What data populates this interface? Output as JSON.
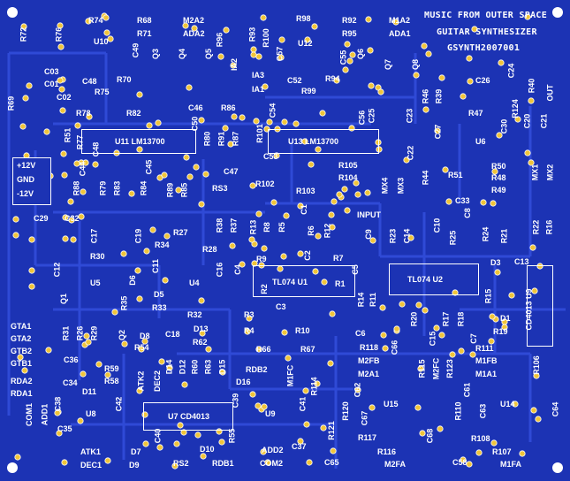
{
  "board": {
    "title_lines": [
      "MUSIC FROM OUTER SPACE",
      "GUITAR SYNTHESIZER",
      "GSYNTH2007001"
    ],
    "power_labels": [
      "+12V",
      "GND",
      "-12V"
    ],
    "ics": {
      "u11": "U11 LM13700",
      "u13": "U13 LM13700",
      "u1": "TL074 U1",
      "u2": "TL074 U2",
      "u7": "U7 CD4013",
      "u9_chip": "CD4013 U9"
    }
  },
  "labels": {
    "r74": "R74",
    "r68": "R68",
    "m2a2": "M2A2",
    "r98": "R98",
    "r92": "R92",
    "m1a2": "M1A2",
    "r72": "R72",
    "r76": "R76",
    "u10": "U10",
    "r71": "R71",
    "ada2": "ADA2",
    "r96": "R96",
    "r93": "R93",
    "r100": "R100",
    "u12": "U12",
    "r95": "R95",
    "ada1": "ADA1",
    "c49": "C49",
    "q3": "Q3",
    "q4": "Q4",
    "q5": "Q5",
    "ia2": "IA2",
    "c57": "C57",
    "c55": "C55",
    "q6": "Q6",
    "q7": "Q7",
    "q8": "Q8",
    "c03": "C03",
    "c01": "C01",
    "c02": "C02",
    "r69": "R69",
    "c48": "C48",
    "r70": "R70",
    "r75": "R75",
    "ia3": "IA3",
    "ia1": "IA1",
    "c52": "C52",
    "r94": "R94",
    "r99": "R99",
    "c26": "C26",
    "c24": "C24",
    "r40": "R40",
    "out": "OUT",
    "r46": "R46",
    "r39": "R39",
    "r124": "R124",
    "c20": "C20",
    "c21": "C21",
    "r78": "R78",
    "r82": "R82",
    "c46": "C46",
    "r86": "R86",
    "c50": "C50",
    "c54": "C54",
    "c56": "C56",
    "c25": "C25",
    "c23": "C23",
    "r47": "R47",
    "r51": "R51",
    "r77": "R77",
    "c44": "C44",
    "c48b": "C48",
    "r80": "R80",
    "r91": "R91",
    "r87": "R87",
    "r101": "R101",
    "c27": "C27",
    "c30": "C30",
    "u6": "U6",
    "c45": "C45",
    "c47": "C47",
    "c53": "C53",
    "r105": "R105",
    "r104": "R104",
    "c22": "C22",
    "mx4": "MX4",
    "mx3": "MX3",
    "r44": "R44",
    "r50": "R50",
    "r48": "R48",
    "r49": "R49",
    "mx1": "MX1",
    "mx2": "MX2",
    "r88": "R88",
    "r79": "R79",
    "r83": "R83",
    "r84": "R84",
    "r89": "R89",
    "r85": "R85",
    "rs3": "RS3",
    "r102": "R102",
    "r103": "R103",
    "c33": "C33",
    "c29": "C29",
    "c32": "C32",
    "c17": "C17",
    "c19": "C19",
    "r38": "R38",
    "r37": "R37",
    "r13": "R13",
    "r8": "R8",
    "r5": "R5",
    "c1": "C1",
    "r6": "R6",
    "r12": "R12",
    "input": "INPUT",
    "r23": "R23",
    "c14": "C14",
    "c10": "C10",
    "r25": "R25",
    "c8": "C8",
    "r24": "R24",
    "r21": "R21",
    "r22": "R22",
    "r16": "R16",
    "r27": "R27",
    "r34": "R34",
    "r28": "R28",
    "c9": "C9",
    "r30": "R30",
    "c12": "C12",
    "u5": "U5",
    "d6": "D6",
    "c11": "C11",
    "u4": "U4",
    "c16": "C16",
    "c4": "C4",
    "r9": "R9",
    "r7": "R7",
    "c2": "C2",
    "r2": "R2",
    "r1": "R1",
    "c5": "C5",
    "d3": "D3",
    "c13": "C13",
    "q1": "Q1",
    "r35": "R35",
    "d5": "D5",
    "r33": "R33",
    "r14": "R14",
    "r11": "R11",
    "r15": "R15",
    "c3": "C3",
    "r32": "R32",
    "r3": "R3",
    "d13": "D13",
    "r4": "R4",
    "r10": "R10",
    "c6": "C6",
    "d1": "D1",
    "r19": "R19",
    "gta1": "GTA1",
    "gta2": "GTA2",
    "gtb2": "GTB2",
    "gtb1": "GTB1",
    "r31": "R31",
    "r26": "R26",
    "r29": "R29",
    "q2": "Q2",
    "d8": "D8",
    "c18": "C18",
    "r62": "R62",
    "r66": "R66",
    "r67": "R67",
    "r118": "R118",
    "c66": "C66",
    "r20": "R20",
    "c15": "C15",
    "r17": "R17",
    "r18": "R18",
    "c7": "C7",
    "r111": "R111",
    "c36": "C36",
    "r54": "R54",
    "d12": "D12",
    "r60": "R60",
    "r63": "R63",
    "d14": "D14",
    "d15": "D15",
    "rdb2": "RDB2",
    "m2fb": "M2FB",
    "m2a1": "M2A1",
    "r115": "R115",
    "m2fc": "M2FC",
    "r123": "R123",
    "m1fb": "M1FB",
    "m1a1": "M1A1",
    "r106": "R106",
    "rda2": "RDA2",
    "rda1": "RDA1",
    "r59": "R59",
    "r58": "R58",
    "c34": "C34",
    "d11": "D11",
    "atk2": "ATK2",
    "dec2": "DEC2",
    "d16": "D16",
    "m1fc": "M1FC",
    "r114": "R114",
    "c62": "C62",
    "c61": "C61",
    "com1": "COM1",
    "add1": "ADD1",
    "c38": "C38",
    "u8": "U8",
    "c42": "C42",
    "c39": "C39",
    "u9": "U9",
    "c41": "C41",
    "r120": "R120",
    "c67": "C67",
    "u15": "U15",
    "r110": "R110",
    "c63": "C63",
    "u14": "U14",
    "c64": "C64",
    "c35": "C35",
    "c40": "C40",
    "r55": "R55",
    "add2": "ADD2",
    "c37": "C37",
    "r121": "R121",
    "r117": "R117",
    "r116": "R116",
    "r108": "R108",
    "r107": "R107",
    "c68": "C68",
    "atk1": "ATK1",
    "d7": "D7",
    "dec1": "DEC1",
    "d9": "D9",
    "rs2": "RS2",
    "d10": "D10",
    "rdb1": "RDB1",
    "com2": "COM2",
    "c65": "C65",
    "m2fa": "M2FA",
    "c58": "C58",
    "m1fa": "M1FA"
  },
  "colors": {
    "substrate": "#1c33b4",
    "trace": "#2f4ad6",
    "pad": "#f0c43a",
    "silk": "#ffffff"
  }
}
